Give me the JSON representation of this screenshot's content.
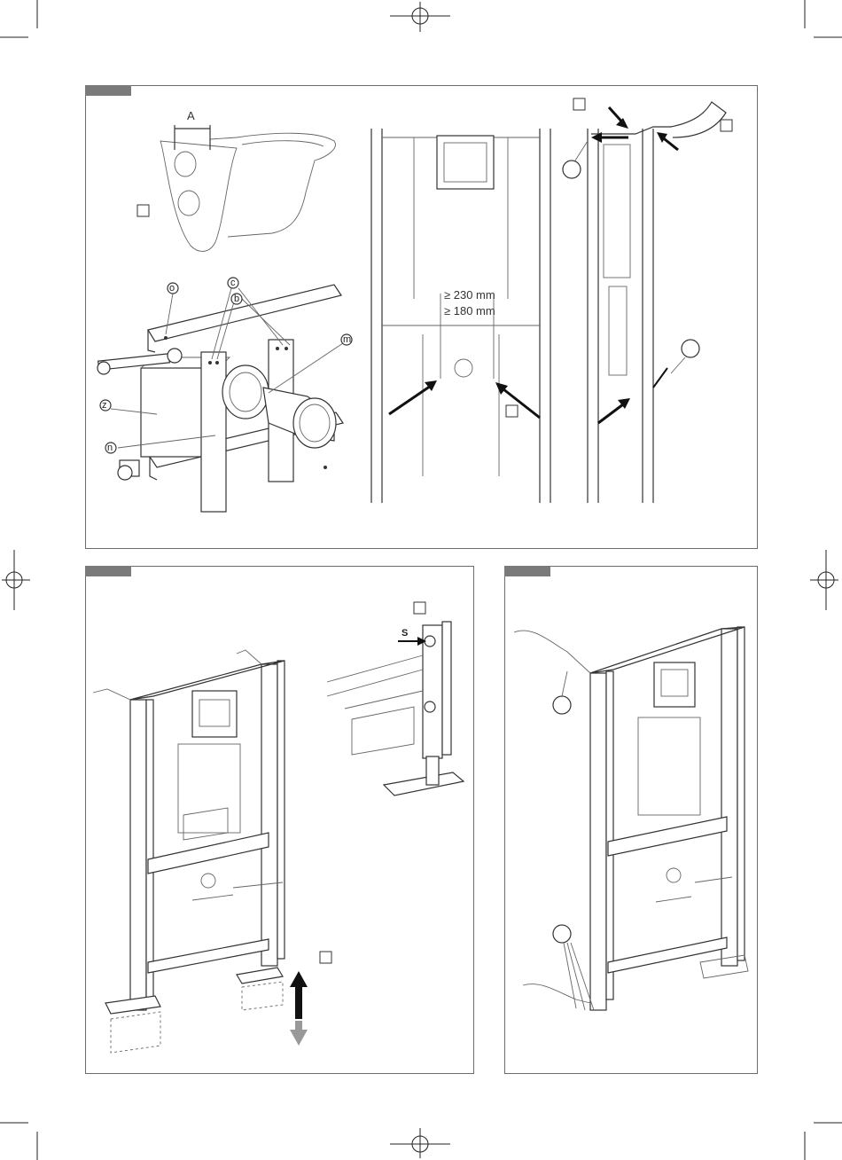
{
  "figure_top": {
    "dimension_label": "A",
    "part_labels": {
      "o": "o",
      "c": "c",
      "b": "b",
      "m": "m",
      "z": "z",
      "n": "n"
    },
    "measurements": [
      "≥ 230 mm",
      "≥ 180 mm"
    ]
  },
  "figure_bottom_left": {
    "part_labels": {
      "s": "S"
    }
  },
  "figure_bottom_right": {},
  "colors": {
    "tab": "#7a7a7a",
    "border": "#6b6b6b",
    "line": "#333333"
  },
  "icons": [
    "arrow-icon",
    "up-down-arrow-icon",
    "registration-mark-icon"
  ]
}
